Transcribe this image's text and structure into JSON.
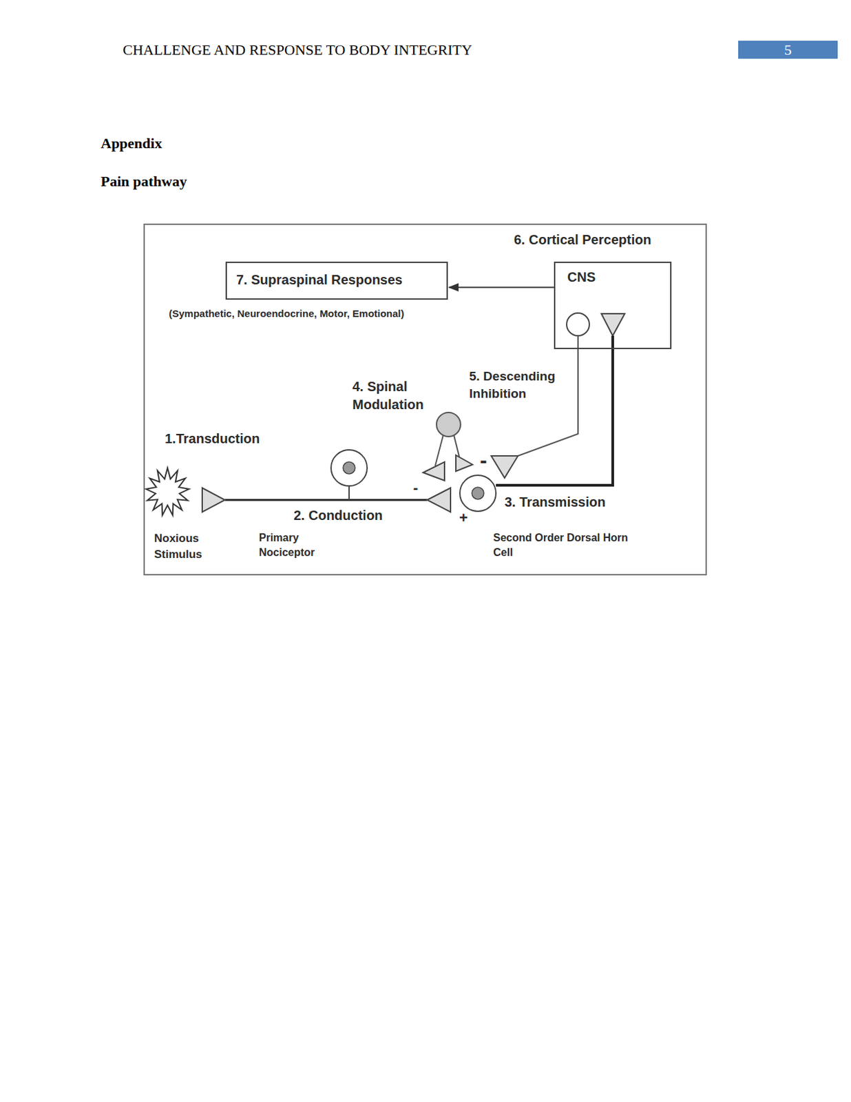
{
  "diagram": {
    "title": "Pain pathway",
    "nodes": [
      {
        "text": [
          "6. Cortical Perception",
          "CNS"
        ]
      },
      {
        "text": [
          "7. Supraspinal Responses"
        ]
      }
    ],
    "edges": [
      {
        "from": 0,
        "to": 1,
        "arrow": "to"
      }
    ],
    "labels": [
      "CHALLENGE AND RESPONSE TO BODY INTEGRITY",
      "5",
      "Appendix",
      "(Sympathetic, Neuroendocrine, Motor, Emotional)",
      "1.Transduction",
      "2. Conduction",
      "3. Transmission",
      "4. Spinal Modulation",
      "5. Descending Inhibition",
      "Noxious Stimulus",
      "Primary Nociceptor",
      "Second Order Dorsal Horn Cell",
      "-",
      "-",
      "+"
    ]
  }
}
